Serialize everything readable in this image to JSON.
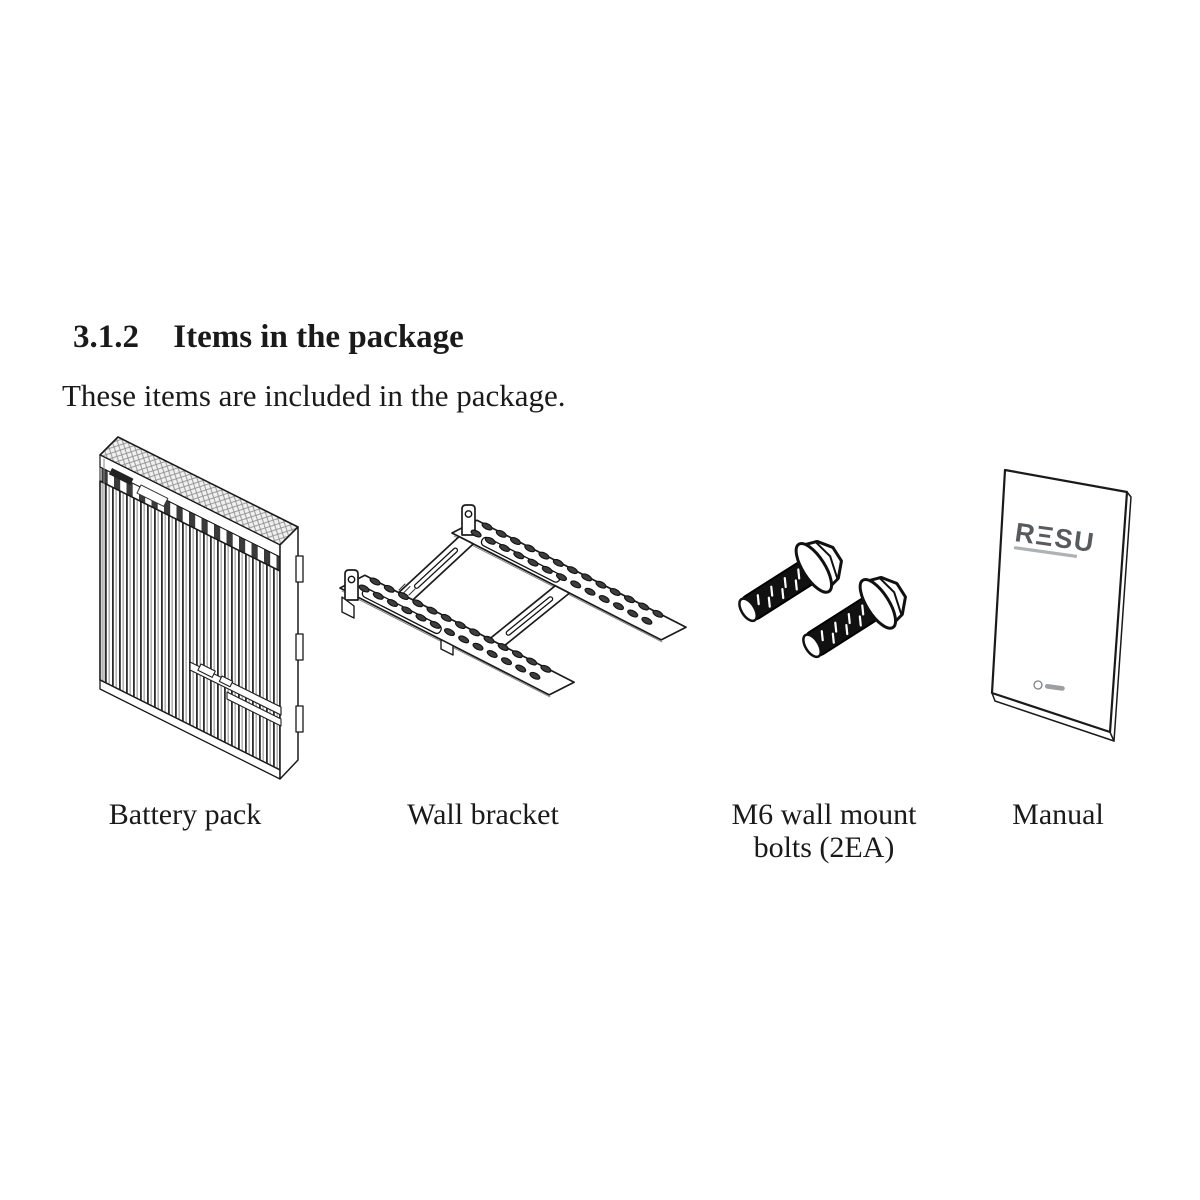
{
  "document": {
    "section_number": "3.1.2",
    "section_title": "Items in the package",
    "intro_text": "These items are included in the package.",
    "figure_items": [
      {
        "caption": "Battery pack"
      },
      {
        "caption": "Wall bracket"
      },
      {
        "caption": "M6 wall mount",
        "caption_line2": "bolts (2EA)"
      },
      {
        "caption": "Manual"
      }
    ],
    "manual_cover": {
      "brand_logo_text": "RΞSU"
    },
    "colors": {
      "text": "#1a1a1a",
      "line_art": "#1c1c1c",
      "resu_logo": "#565b5f"
    }
  }
}
